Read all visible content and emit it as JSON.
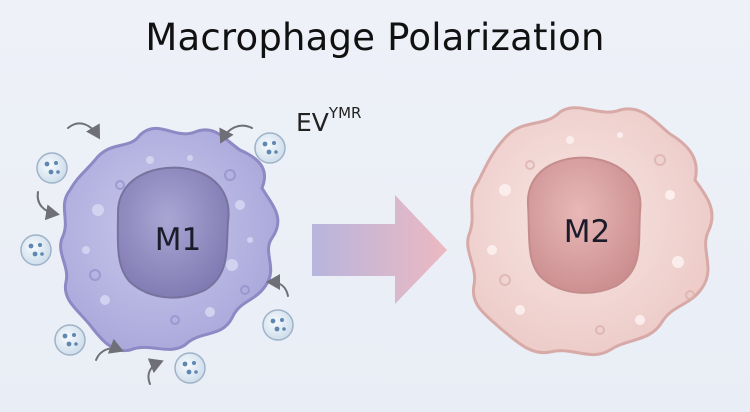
{
  "title": "Macrophage Polarization",
  "ev_label": {
    "base": "EV",
    "superscript": "YMR"
  },
  "cells": {
    "left": "M1",
    "right": "M2"
  },
  "colors": {
    "m1_membrane": "#b9b8e2",
    "m1_outline": "#8e88c4",
    "m1_nucleus": "#8f8abd",
    "m2_membrane": "#f2d6d4",
    "m2_outline": "#d9aeab",
    "m2_nucleus": "#d59b9c",
    "arrow_start": "#b7b4dc",
    "arrow_end": "#e9b7bf",
    "vesicle": "#dfeaf4",
    "vesicle_outline": "#9fb3c8"
  },
  "icons": [
    "vesicle-icon",
    "curved-arrow-icon",
    "polarization-arrow-icon"
  ]
}
